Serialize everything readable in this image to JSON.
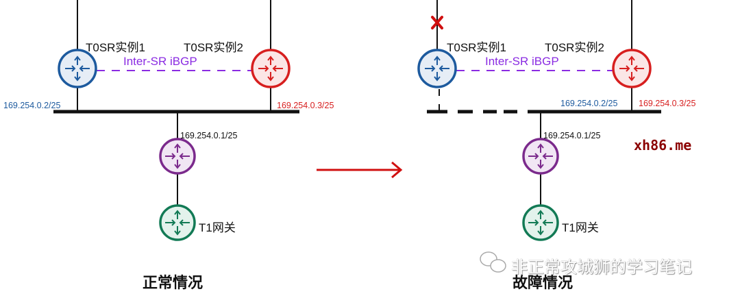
{
  "normal": {
    "sr1": "T0SR实例1",
    "sr2": "T0SR实例2",
    "ibgp": "Inter-SR iBGP",
    "ip_sr1": "169.254.0.2/25",
    "ip_sr2": "169.254.0.3/25",
    "ip_t1": "169.254.0.1/25",
    "t1": "T1网关",
    "caption": "正常情况"
  },
  "failure": {
    "sr1": "T0SR实例1",
    "sr2": "T0SR实例2",
    "ibgp": "Inter-SR iBGP",
    "ip_sr1": "169.254.0.2/25",
    "ip_sr2": "169.254.0.3/25",
    "ip_t1": "169.254.0.1/25",
    "t1": "T1网关",
    "caption": "故障情况"
  },
  "watermark": "非正常攻城狮的学习笔记",
  "brand": "xh86.me",
  "colors": {
    "sr1": "#1d5a9e",
    "sr2": "#d71f1f",
    "t1sr": "#7b2a8c",
    "t1": "#127a55",
    "ibgp": "#8a2be2",
    "arrow": "#d01010"
  }
}
